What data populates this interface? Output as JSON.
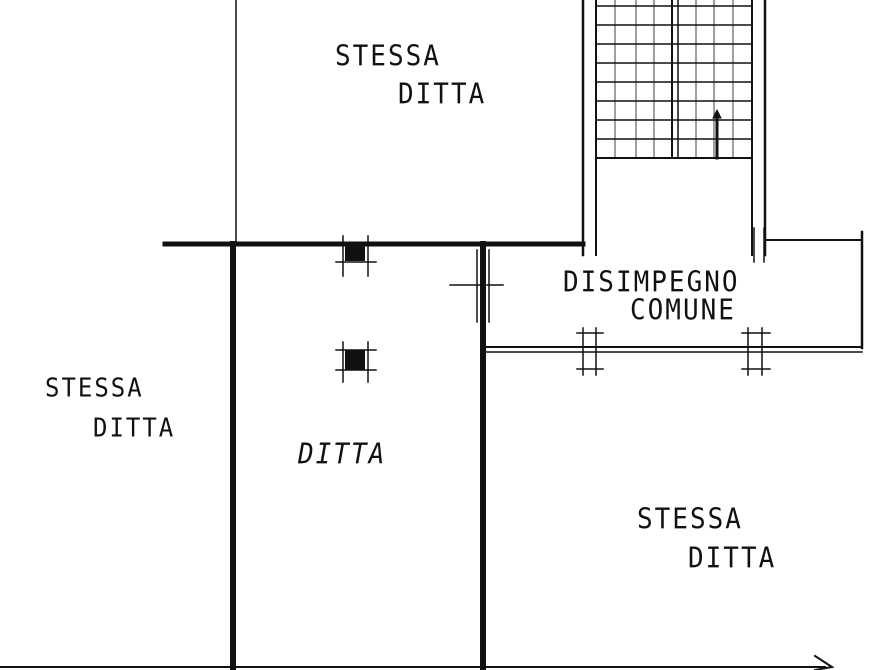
{
  "rooms": {
    "top": {
      "line1": "STESSA",
      "line2": "DITTA"
    },
    "left": {
      "line1": "STESSA",
      "line2": "DITTA"
    },
    "center": {
      "label": "DITTA"
    },
    "corridor": {
      "line1": "DISIMPEGNO",
      "line2": "COMUNE"
    },
    "bottom_right": {
      "line1": "STESSA",
      "line2": "DITTA"
    }
  },
  "colors": {
    "line": "#111111",
    "background": "#ffffff"
  }
}
